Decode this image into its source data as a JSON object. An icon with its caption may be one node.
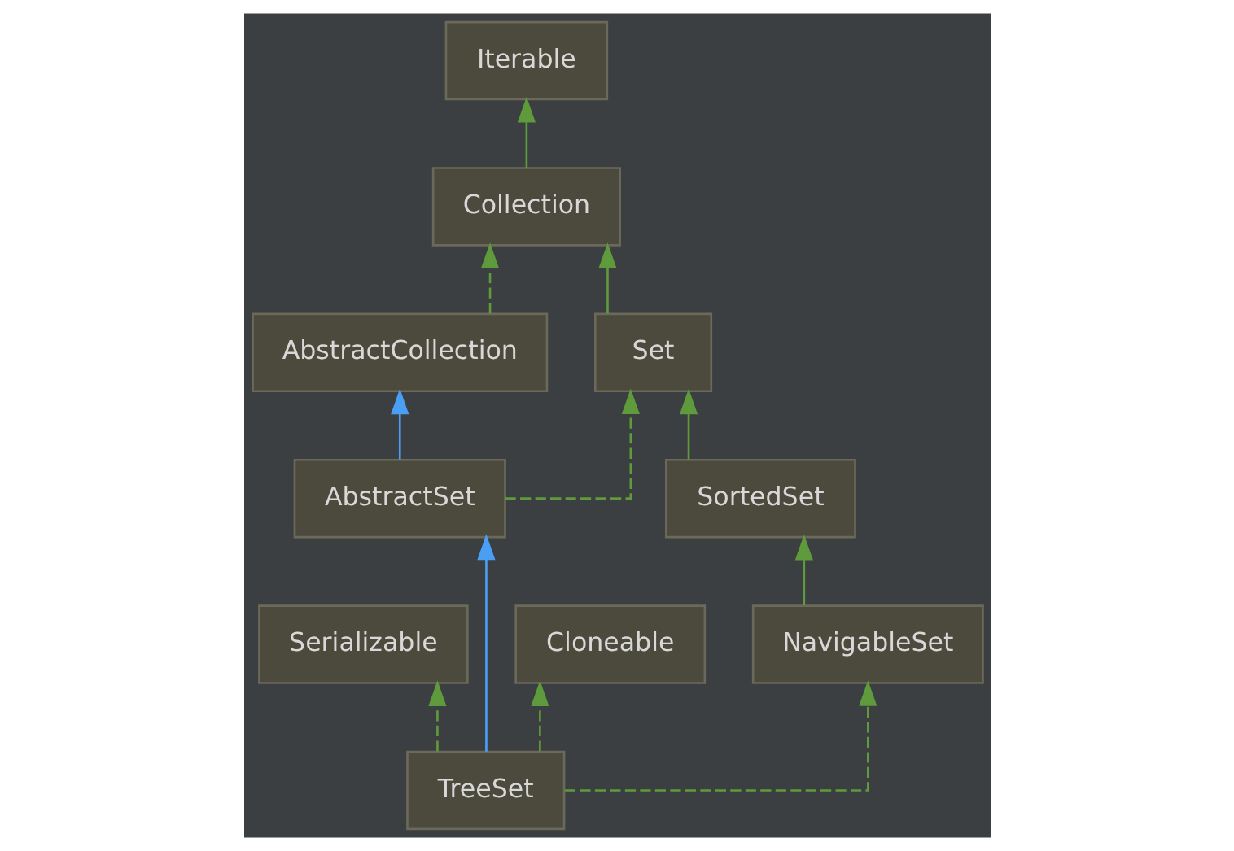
{
  "diagram": {
    "nodes": [
      {
        "text": [
          "Iterable"
        ]
      },
      {
        "text": [
          "Collection"
        ]
      },
      {
        "text": [
          "Set"
        ]
      },
      {
        "text": [
          "AbstractCollection"
        ]
      },
      {
        "text": [
          "SortedSet"
        ]
      },
      {
        "text": [
          "AbstractSet"
        ]
      },
      {
        "text": [
          "Serializable"
        ]
      },
      {
        "text": [
          "Cloneable"
        ]
      },
      {
        "text": [
          "NavigableSet"
        ]
      },
      {
        "text": [
          "TreeSet"
        ]
      }
    ],
    "edges": [
      {
        "from": 1,
        "to": 0,
        "arrow": "to"
      },
      {
        "from": 2,
        "to": 1,
        "arrow": "to"
      },
      {
        "from": 3,
        "to": 1,
        "arrow": "to",
        "style": "dashed"
      },
      {
        "from": 5,
        "to": 2,
        "arrow": "to",
        "style": "dashed"
      },
      {
        "from": 5,
        "to": 3,
        "arrow": "to",
        "color": "#4a9ff5"
      },
      {
        "from": 4,
        "to": 2,
        "arrow": "to"
      },
      {
        "from": 8,
        "to": 4,
        "arrow": "to"
      },
      {
        "from": 9,
        "to": 6,
        "arrow": "to",
        "style": "dashed"
      },
      {
        "from": 9,
        "to": 7,
        "arrow": "to",
        "style": "dashed"
      },
      {
        "from": 9,
        "to": 8,
        "arrow": "to",
        "style": "dashed"
      },
      {
        "from": 9,
        "to": 5,
        "arrow": "to",
        "color": "#4a9ff5"
      }
    ]
  }
}
